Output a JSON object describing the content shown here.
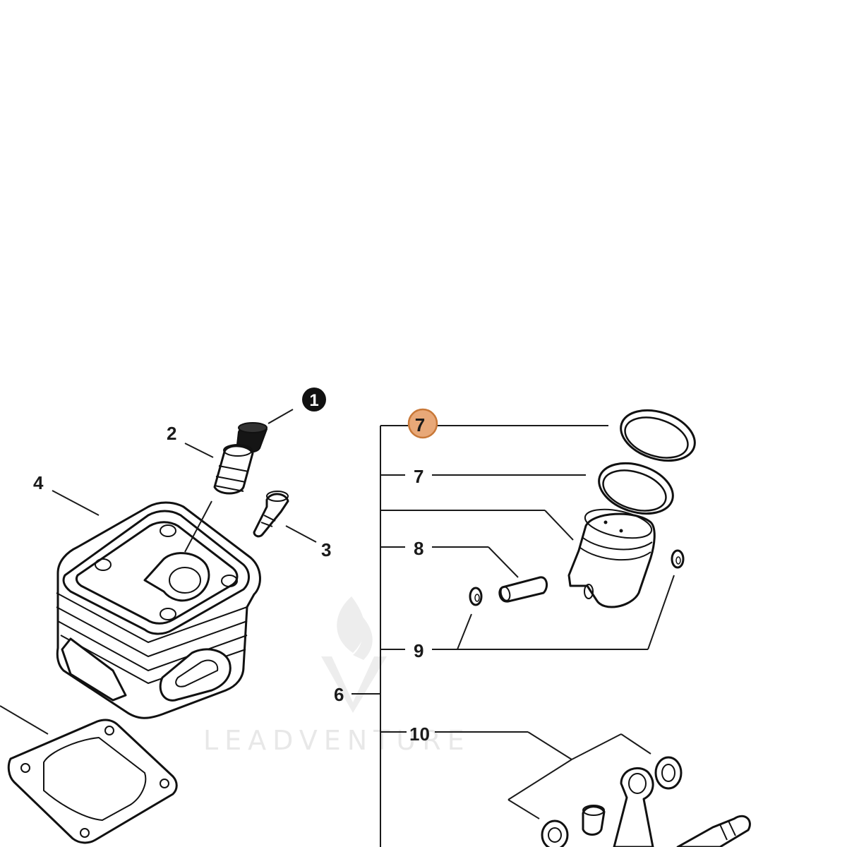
{
  "diagram": {
    "watermark_text": "LEADVENTURE",
    "callouts": {
      "c1": "1",
      "c2": "2",
      "c3": "3",
      "c4": "4",
      "c6": "6",
      "c7_top": "7",
      "c7": "7",
      "c8": "8",
      "c9": "9",
      "c10": "10"
    },
    "colors": {
      "highlight_fill": "#e8a878",
      "highlight_stroke": "#c87838",
      "line": "#1a1a1a",
      "badge_fill": "#111111",
      "watermark": "#e8e8e8"
    },
    "icons": [
      "flame-logo-icon"
    ]
  }
}
